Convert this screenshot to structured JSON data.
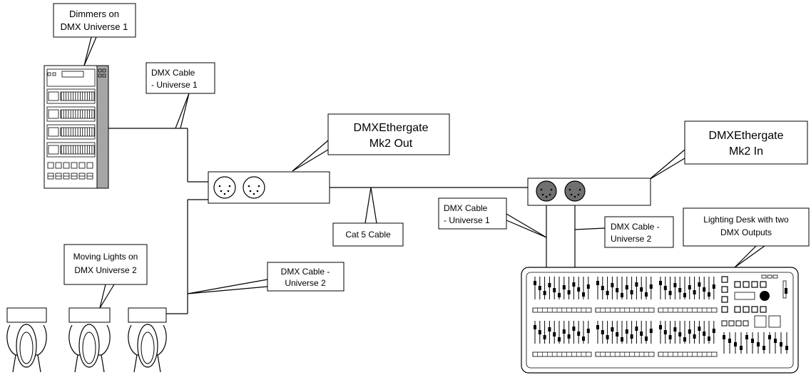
{
  "labels": {
    "dimmers": [
      "Dimmers on",
      "DMX Universe 1"
    ],
    "dmx_cable_u1_top": [
      "DMX Cable",
      "- Universe 1"
    ],
    "ethergate_out": [
      "DMXEthergate",
      "Mk2 Out"
    ],
    "ethergate_in": [
      "DMXEthergate",
      "Mk2 In"
    ],
    "cat5": "Cat 5 Cable",
    "dmx_cable_u1_right": [
      "DMX Cable",
      "- Universe 1"
    ],
    "dmx_cable_u2_right": [
      "DMX Cable -",
      "Universe 2"
    ],
    "desk": [
      "Lighting Desk with two",
      "DMX Outputs"
    ],
    "moving_lights": [
      "Moving Lights on",
      "DMX Universe 2"
    ],
    "dmx_cable_u2_left": [
      "DMX Cable -",
      "Universe 2"
    ]
  },
  "colors": {
    "line": "#000000",
    "rack_side": "#a6a6a6",
    "connector_in_fill": "#707070"
  }
}
